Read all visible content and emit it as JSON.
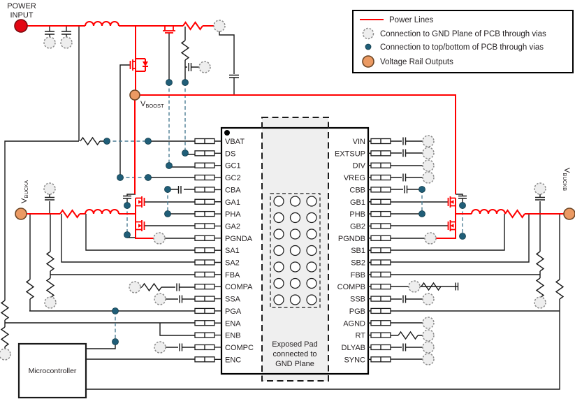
{
  "title": "Dual buck converter PCB layout recommendation diagram",
  "labels": {
    "power_input_line1": "POWER",
    "power_input_line2": "INPUT",
    "vboost_main": "V",
    "vboost_sub": "BOOST",
    "vbucka_main": "V",
    "vbucka_sub": "BUCKA",
    "vbuckb_main": "V",
    "vbuckb_sub": "BUCKB",
    "microcontroller": "Microcontroller"
  },
  "legend": {
    "items": [
      {
        "symbol": "power-line",
        "label": "Power Lines"
      },
      {
        "symbol": "gnd-plane-via",
        "label": "Connection to GND Plane of PCB through vias"
      },
      {
        "symbol": "layer-via",
        "label": "Connection to top/bottom of PCB through vias"
      },
      {
        "symbol": "voltage-rail-output",
        "label": "Voltage Rail Outputs"
      }
    ]
  },
  "ic": {
    "left_pins": [
      "VBAT",
      "DS",
      "GC1",
      "GC2",
      "CBA",
      "GA1",
      "PHA",
      "GA2",
      "PGNDA",
      "SA1",
      "SA2",
      "FBA",
      "COMPA",
      "SSA",
      "PGA",
      "ENA",
      "ENB",
      "COMPC",
      "ENC"
    ],
    "right_pins": [
      "VIN",
      "EXTSUP",
      "DIV",
      "VREG",
      "CBB",
      "GB1",
      "PHB",
      "GB2",
      "PGNDB",
      "SB1",
      "SB2",
      "FBB",
      "COMPB",
      "SSB",
      "PGB",
      "AGND",
      "RT",
      "DLYAB",
      "SYNC"
    ],
    "exposed_pad_lines": [
      "Exposed Pad",
      "connected to",
      "GND Plane"
    ],
    "via_grid": {
      "columns": 3,
      "rows": 7
    }
  },
  "colors": {
    "power_line": "#FF0000",
    "signal_line": "#1a1a1a",
    "gnd_via_fill": "#eeeeee",
    "gnd_via_stroke": "#8a8a8a",
    "layer_via": "#205e78",
    "layer_trace_dashed": "#4d7e95",
    "voltage_rail_output": "#EB9A63",
    "power_input_dot": "#E30613",
    "exposed_pad_fill": "#efefef",
    "text": "#231F20"
  }
}
